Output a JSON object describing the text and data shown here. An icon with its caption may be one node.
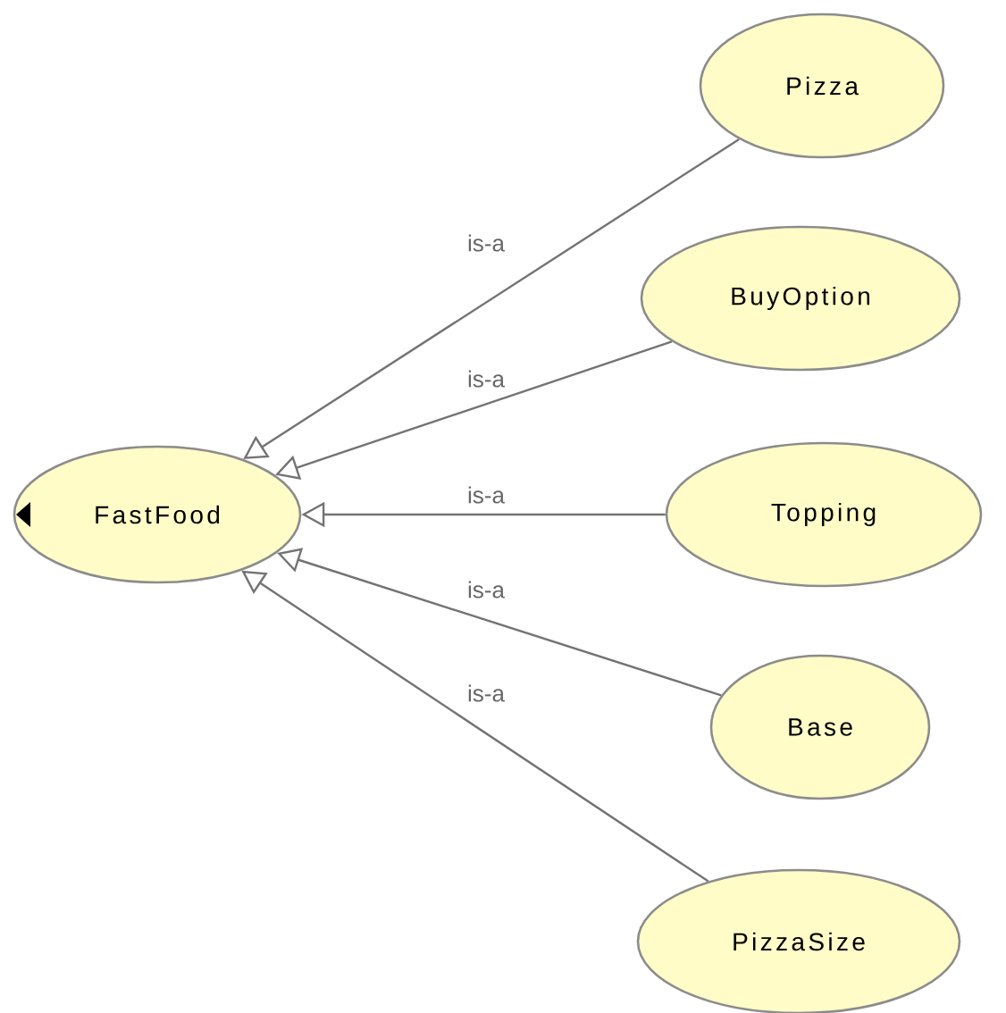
{
  "diagram": {
    "nodes": [
      {
        "text": [
          "FastFood"
        ]
      },
      {
        "text": [
          "Pizza"
        ]
      },
      {
        "text": [
          "BuyOption"
        ]
      },
      {
        "text": [
          "Topping"
        ]
      },
      {
        "text": [
          "Base"
        ]
      },
      {
        "text": [
          "PizzaSize"
        ]
      }
    ],
    "edges": [
      {
        "from": 1,
        "to": 0,
        "arrow": "to",
        "label": "is-a"
      },
      {
        "from": 2,
        "to": 0,
        "arrow": "to",
        "label": "is-a"
      },
      {
        "from": 3,
        "to": 0,
        "arrow": "to",
        "label": "is-a"
      },
      {
        "from": 4,
        "to": 0,
        "arrow": "to",
        "label": "is-a"
      },
      {
        "from": 5,
        "to": 0,
        "arrow": "to",
        "label": "is-a"
      }
    ]
  }
}
